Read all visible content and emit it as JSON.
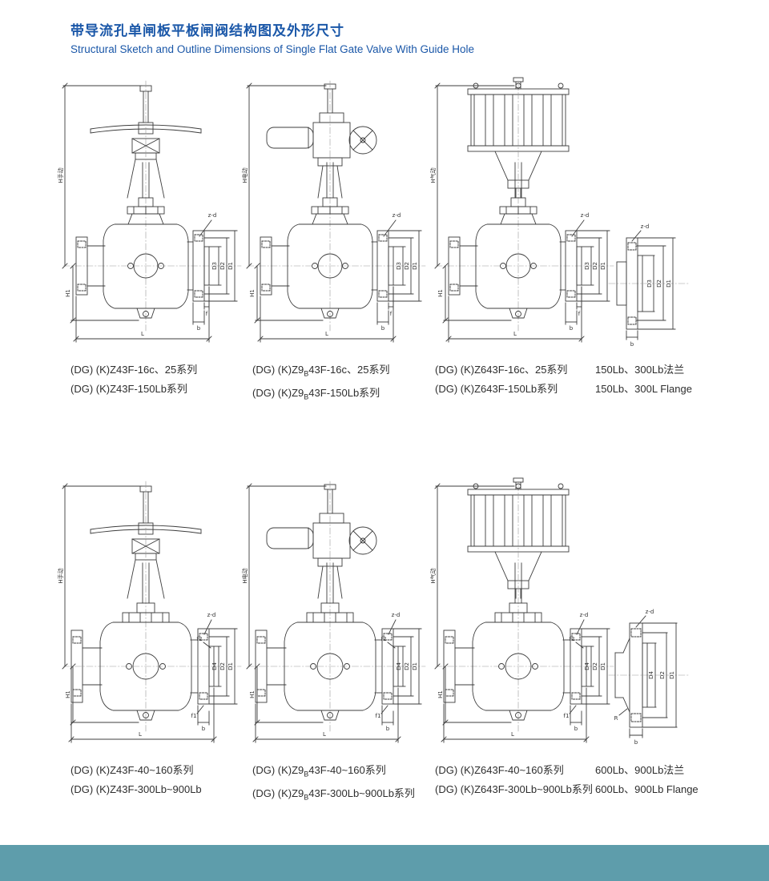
{
  "header": {
    "title_zh": "带导流孔单闸板平板闸阀结构图及外形尺寸",
    "title_en": "Structural Sketch and Outline Dimensions of Single Flat Gate Valve With Guide Hole"
  },
  "colors": {
    "title_blue": "#1a57a8",
    "footer_teal": "#5e9dab",
    "drawing_line": "#3c3c3c"
  },
  "labels": {
    "h_manual": "H手动",
    "h_electric": "H电动",
    "h_pneumatic": "H气动",
    "h1": "H1",
    "l": "L",
    "zd": "z-d",
    "d1": "D1",
    "d2": "D2",
    "d3": "D3",
    "d4": "D4",
    "f": "f",
    "f1": "f1",
    "f2": "f2",
    "b": "b",
    "r": "R"
  },
  "captions": {
    "r1c1": {
      "l1a": "(DG) (K)Z43F-16c、25系列",
      "l2a": "(DG) (K)Z43F-150Lb系列"
    },
    "r1c2": {
      "l1a": "(DG) (K)Z9",
      "l1sub": "B",
      "l1b": "43F-16c、25系列",
      "l2a": "(DG) (K)Z9",
      "l2sub": "B",
      "l2b": "43F-150Lb系列"
    },
    "r1c3": {
      "l1a": "(DG) (K)Z643F-16c、25系列",
      "l2a": "(DG) (K)Z643F-150Lb系列"
    },
    "r1c4": {
      "l1a": "150Lb、300Lb法兰",
      "l2a": "150Lb、300L Flange"
    },
    "r2c1": {
      "l1a": "(DG) (K)Z43F-40~160系列",
      "l2a": "(DG) (K)Z43F-300Lb~900Lb"
    },
    "r2c2": {
      "l1a": "(DG) (K)Z9",
      "l1sub": "B",
      "l1b": "43F-40~160系列",
      "l2a": "(DG) (K)Z9",
      "l2sub": "B",
      "l2b": "43F-300Lb~900Lb系列"
    },
    "r2c3": {
      "l1a": "(DG) (K)Z643F-40~160系列",
      "l2a": "(DG) (K)Z643F-300Lb~900Lb系列"
    },
    "r2c4": {
      "l1a": "600Lb、900Lb法兰",
      "l2a": "600Lb、900Lb Flange"
    }
  }
}
